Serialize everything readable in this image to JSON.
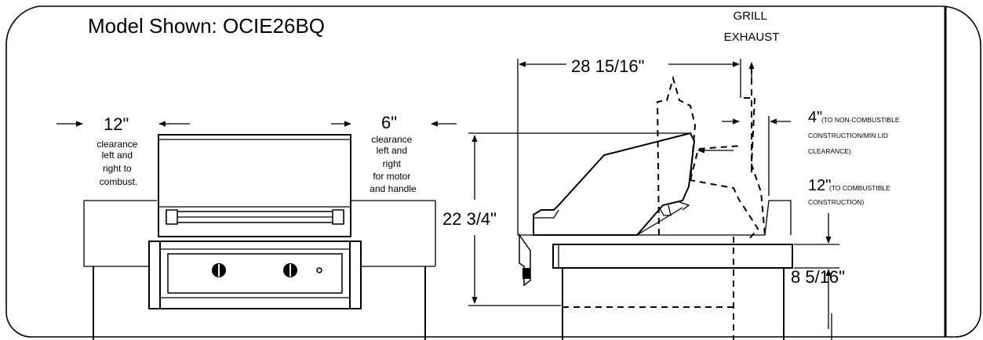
{
  "title": "Model Shown:  OCIE26BQ",
  "front_view": {
    "left_dim": "12\"",
    "left_note": [
      "clearance",
      "left and",
      "right to",
      "combust."
    ],
    "right_dim": "6\"",
    "right_note": [
      "clearance",
      "left and",
      "right",
      "for motor",
      "and handle"
    ]
  },
  "side_view": {
    "exhaust_label": [
      "GRILL",
      "EXHAUST"
    ],
    "depth_dim": "28 15/16\"",
    "height_dim": "22 3/4\"",
    "lid_dim": "4\"",
    "lid_note": [
      "(TO NON-COMBUSTIBLE",
      "CONSTRUCTION/MIN LID",
      "CLEARANCE)"
    ],
    "comb_dim": "12\"",
    "comb_note": [
      "(TO COMBUSTIBLE",
      "CONSTRUCTION)"
    ],
    "counter_dim": "8 5/16\""
  }
}
